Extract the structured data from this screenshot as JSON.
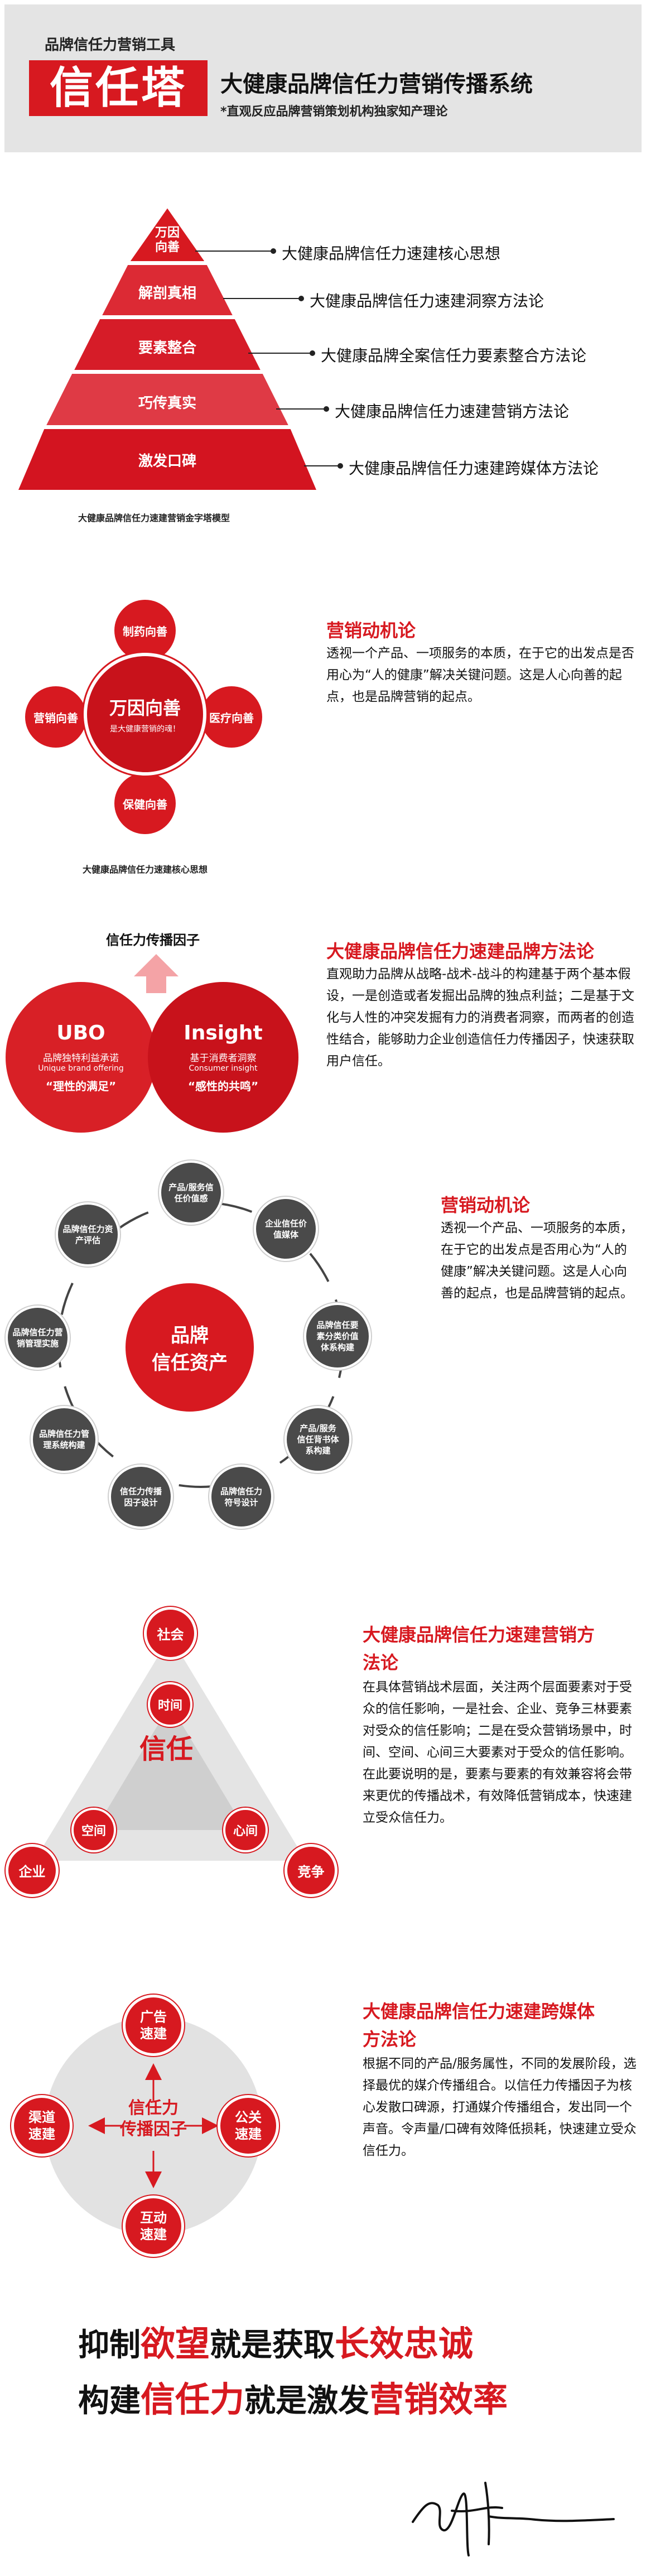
{
  "header": {
    "eyebrow": "品牌信任力营销工具",
    "badge": "信任塔",
    "title": "大健康品牌信任力营销传播系统",
    "subtitle": "*直观反应品牌营销策划机构独家知产理论"
  },
  "pyramid": {
    "levels": [
      {
        "label_line1": "万因",
        "label_line2": "向善",
        "annotation": "大健康品牌信任力速建核心思想"
      },
      {
        "label_line1": "解剖真相",
        "label_line2": "",
        "annotation": "大健康品牌信任力速建洞察方法论"
      },
      {
        "label_line1": "要素整合",
        "label_line2": "",
        "annotation": "大健康品牌全案信任力要素整合方法论"
      },
      {
        "label_line1": "巧传真实",
        "label_line2": "",
        "annotation": "大健康品牌信任力速建营销方法论"
      },
      {
        "label_line1": "激发口碑",
        "label_line2": "",
        "annotation": "大健康品牌信任力速建跨媒体方法论"
      }
    ],
    "caption": "大健康品牌信任力速建营销金字塔模型"
  },
  "core": {
    "center_title": "万因向善",
    "center_sub": "是大健康营销的魂！",
    "top": "制药向善",
    "left": "营销向善",
    "right": "医疗向善",
    "bottom": "保健向善",
    "caption": "大健康品牌信任力速建核心思想",
    "section_title": "营销动机论",
    "body": "透视一个产品、一项服务的本质，在于它的出发点是否用心为“人的健康”解决关键问题。这是人心向善的起点，也是品牌营销的起点。"
  },
  "factor": {
    "label": "信任力传播因子",
    "left_title": "UBO",
    "left_l1": "品牌独特利益承诺",
    "left_l2": "Unique brand offering",
    "left_quote": "“理性的满足”",
    "right_title": "Insight",
    "right_l1": "基于消费者洞察",
    "right_l2": "Consumer insight",
    "right_quote": "“感性的共鸣”",
    "section_title": "大健康品牌信任力速建品牌方法论",
    "body": "直观助力品牌从战略-战术-战斗的构建基于两个基本假设，一是创造或者发掘出品牌的独点利益；二是基于文化与人性的冲突发掘有力的消费者洞察，而两者的创造性结合，能够助力企业创造信任力传播因子，快速获取用户信任。"
  },
  "assets": {
    "center_l1": "品牌",
    "center_l2": "信任资产",
    "nodes": [
      "产品/服务信\n任价值感",
      "企业信任价\n值媒体",
      "品牌信任要\n素分类价值\n体系构建",
      "产品/服务\n信任背书体\n系构建",
      "品牌信任力\n符号设计",
      "信任力传播\n因子设计",
      "品牌信任力管\n理系统构建",
      "品牌信任力营\n销管理实施",
      "品牌信任力资\n产评估"
    ],
    "section_title": "营销动机论",
    "body": "透视一个产品、一项服务的本质，在于它的出发点是否用心为“人的健康”解决关键问题。这是人心向善的起点，也是品牌营销的起点。"
  },
  "triangle": {
    "center": "信任",
    "top": "社会",
    "inner_top": "时间",
    "inner_left": "空间",
    "inner_right": "心间",
    "left": "企业",
    "right": "竞争",
    "section_title_l1": "大健康品牌信任力速建营销方",
    "section_title_l2": "法论",
    "body": "在具体营销战术层面，关注两个层面要素对于受众的信任影响，一是社会、企业、竞争三林要素对受众的信任影响；二是在受众营销场景中，时间、空间、心间三大要素对于受众的信任影响。在此要说明的是，要素与要素的有效兼容将会带来更优的传播战术，有效降低营销成本，快速建立受众信任力。"
  },
  "media": {
    "center_l1": "信任力",
    "center_l2": "传播因子",
    "top": "广告\n速建",
    "left": "渠道\n速建",
    "right": "公关\n速建",
    "bottom": "互动\n速建",
    "section_title_l1": "大健康品牌信任力速建跨媒体",
    "section_title_l2": "方法论",
    "body": "根据不同的产品/服务属性，不同的发展阶段，选择最优的媒介传播组合。以信任力传播因子为核心发散口碑源，打通媒介传播组合，发出同一个声音。令声量/口碑有效降低损耗，快速建立受众信任力。"
  },
  "slogan": {
    "l1_a": "抑制",
    "l1_b": "欲望",
    "l1_c": "就是获取",
    "l1_d": "长效忠诚",
    "l2_a": "构建",
    "l2_b": "信任力",
    "l2_c": "就是激发",
    "l2_d": "营销效率"
  },
  "colors": {
    "accent": "#d71920",
    "dark": "#4a4a4a",
    "light_gray": "#e4e4e4"
  }
}
